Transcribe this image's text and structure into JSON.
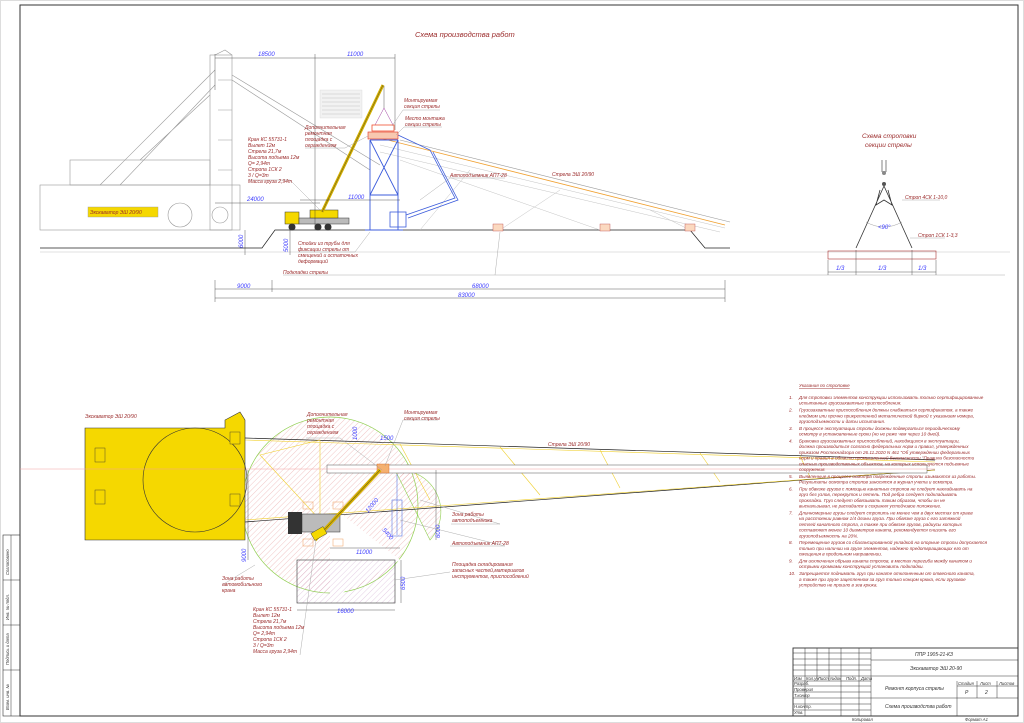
{
  "sheet_title": "Схема производства работ",
  "elevation": {
    "dimensions": [
      "18500",
      "11000",
      "24000",
      "11000",
      "6000",
      "5000",
      "9000",
      "68000",
      "83000"
    ],
    "excavator_label": "Экскаватор ЭШ 20/90",
    "crane_specs": [
      "Кран КС 55731-1",
      "Вылет 12м",
      "Стрела 21,7м",
      "Высота подъема 12м",
      "Q= 2,94т",
      "Стропа 1СК 2",
      "3 / Q=3т",
      "Масса груза 2,94т"
    ],
    "platform_label": [
      "Дополнительная",
      "ремонтная",
      "площадка с",
      "ограждением"
    ],
    "mounted_section_label": [
      "Монтируемая",
      "секция стрелы"
    ],
    "mount_place_label": [
      "Место монтажа",
      "секции стрелы"
    ],
    "lift_label": "Автоподъемник АПТ-28",
    "boom_label": "Стрела ЭШ 20/90",
    "stand_label": [
      "Стойки из трубы для",
      "фиксации стрелы от",
      "смещений и остаточных",
      "деформаций"
    ],
    "support_label": "Подкладки стрелы"
  },
  "sling": {
    "title": [
      "Схема строповки",
      "секции стрелы"
    ],
    "sling1": "Строп 4СК 1-10,0",
    "sling2": "Строп 1СК 1-3,3",
    "angle": "<90°",
    "thirds": [
      "1/3",
      "1/3",
      "1/3"
    ]
  },
  "plan": {
    "excavator_label": "Экскаватор ЭШ 20/90",
    "platform_label": [
      "Дополнительная",
      "ремонтная",
      "площадка с",
      "ограждением"
    ],
    "mounted_section_label": [
      "Монтируемая",
      "секция стрелы"
    ],
    "boom_label": "Стрела ЭШ 20/90",
    "lift_zone_label": [
      "Зона работы",
      "автоподъемника"
    ],
    "lift_label": "Автоподъемник АПТ-28",
    "crane_zone_label": [
      "Зона работы",
      "автомобильного",
      "крана"
    ],
    "storage_label": [
      "Площадка складирования",
      "запасных частей,материалов",
      "инструментов, приспособлений"
    ],
    "crane_specs": [
      "Кран КС 55731-1",
      "Вылет 12м",
      "Стрела 21,7м",
      "Высота подъема 12м",
      "Q= 2,94т",
      "Стропа 1СК 2",
      "3 / Q=3т",
      "Масса груза 2,94т"
    ],
    "dimensions": [
      "1000",
      "1500",
      "12000",
      "9000",
      "11000",
      "5400",
      "6000",
      "6500",
      "16000"
    ]
  },
  "notes": {
    "title": "Указания по строповке",
    "items": [
      {
        "n": "1.",
        "lines": [
          "Для строповки элементов конструкции использовать только сертифицированные",
          "испытанные грузозахватные приспособления."
        ]
      },
      {
        "n": "2.",
        "lines": [
          "Грузозахватные приспособления должны снабжаться сертификатом, а также",
          "клеймом или прочно прикрепленной металлической биркой с указанием номера,",
          "грузоподъемности и даты испытания."
        ]
      },
      {
        "n": "3.",
        "lines": [
          "В процессе эксплуатации стропы должны подвергаться периодическому",
          "осмотру в установленные сроки (но не реже чем через 10 дней)."
        ]
      },
      {
        "n": "4.",
        "lines": [
          "Браковка грузозахватных приспособлений, находящихся в эксплуатации,",
          "должна производиться согласно федеральных норм и правил, утвержденных",
          "приказом Ростехнадзора от 26.11.2020 N 461 \"Об утверждении федеральных",
          "норм и правил в области промышленной безопасности \"Правила безопасности",
          "опасных производственных объектов, на которых используются подъемные",
          "сооружения."
        ]
      },
      {
        "n": "5.",
        "lines": [
          "Выявленные в процессе осмотра поврежденные стропы изымаются из работы.",
          "Результаты осмотра стропов заносятся в журнал учета и осмотра."
        ]
      },
      {
        "n": "6.",
        "lines": [
          "При обвязке грузов с помощью канатных стропов не следует накладывать на",
          "груз без узлов, перекруток и петель. Под ребра следует подкладывать",
          "прокладки. Груз следует обвязывать таким образом, чтобы он не",
          "выскальзывал, не распадался и сохранял устойчивое положение."
        ]
      },
      {
        "n": "7.",
        "lines": [
          "Длинномерные грузы следует стропить не менее чем в двух местах от краев",
          "на расстоянии равном 1/4 длины груза. При обвязке груза с его затяжкой",
          "петлей канатного стропа, а также при обвязке грузов, радиусы которых",
          "составляют менее 10 диаметров каната, рекомендуется снизить его",
          "грузоподъемность на 20%."
        ]
      },
      {
        "n": "8.",
        "lines": [
          "Перемещение грузов со сбалансированной укладкой на опорные стропы допускается",
          "только при наличии на грузе элементов, надежно предотвращающих его от",
          "смещения в продольном направлении."
        ]
      },
      {
        "n": "9.",
        "lines": [
          "Для исключения обрыва каната стропов, в местах перегиба между канатом и",
          "острыми кромками конструкций установить подкладки."
        ]
      },
      {
        "n": "10.",
        "lines": [
          "Запрещается поднимать груз при канате отклоненным от отвесного каната,",
          "а также при грузе зацепленном за груз только концом крюка, если грузовое",
          "устройство не прошло в зев крюка."
        ]
      }
    ]
  },
  "title_block": {
    "code": "ППР 1905-21-КЗ",
    "object": "Экскаватор ЭШ 20-90",
    "work": "Ремонт корпуса стрелы",
    "sheet_name": "Схема производства работ",
    "cols": [
      "Изм",
      "Кол.уч",
      "Лист",
      "№док",
      "Подп.",
      "Дата"
    ],
    "roles": [
      "Разраб.",
      "Проверил",
      "Т.контр",
      "Н.контр.",
      "Утв."
    ],
    "stage_h": "Стадия",
    "sheet_h": "Лист",
    "sheets_h": "Листов",
    "stage": "Р",
    "sheet": "2",
    "copied": "Копировал",
    "format": "Формат А1"
  },
  "left_strip": [
    "Взам. инв. №",
    "Подпись и дата",
    "Инв. № подл.",
    "Согласовано"
  ],
  "colors": {
    "text_red": "#9b2b2b",
    "dim_blue": "#3d3dff",
    "excavator_yellow": "#f5d800",
    "lift_blue": "#3b5bdb",
    "zone_pink": "#f4b9b9"
  }
}
